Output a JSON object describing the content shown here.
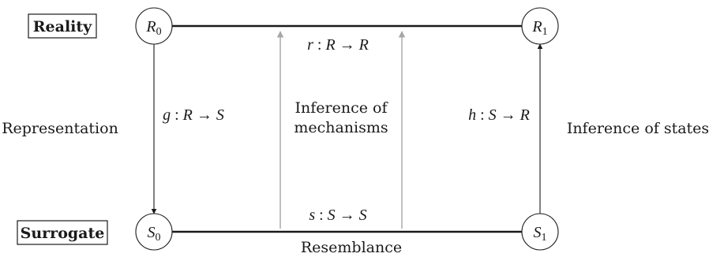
{
  "boxes": {
    "reality": "Reality",
    "surrogate": "Surrogate"
  },
  "nodes": {
    "r0": {
      "base": "R",
      "sub": "0"
    },
    "r1": {
      "base": "R",
      "sub": "1"
    },
    "s0": {
      "base": "S",
      "sub": "0"
    },
    "s1": {
      "base": "S",
      "sub": "1"
    }
  },
  "maps": {
    "r": {
      "name": "r",
      "colon": " : ",
      "from": "R",
      "arrow": " → ",
      "to": "R"
    },
    "g": {
      "name": "g",
      "colon": " : ",
      "from": "R",
      "arrow": " → ",
      "to": "S"
    },
    "h": {
      "name": "h",
      "colon": " : ",
      "from": "S",
      "arrow": " → ",
      "to": "R"
    },
    "s": {
      "name": "s",
      "colon": " : ",
      "from": "S",
      "arrow": " → ",
      "to": "S"
    }
  },
  "labels": {
    "representation": "Representation",
    "inference_mechanisms_line1": "Inference of",
    "inference_mechanisms_line2": "mechanisms",
    "inference_states": "Inference of states",
    "resemblance": "Resemblance"
  },
  "colors": {
    "ink": "#1a1a1a",
    "faint_arrow": "#a6a6a6"
  }
}
